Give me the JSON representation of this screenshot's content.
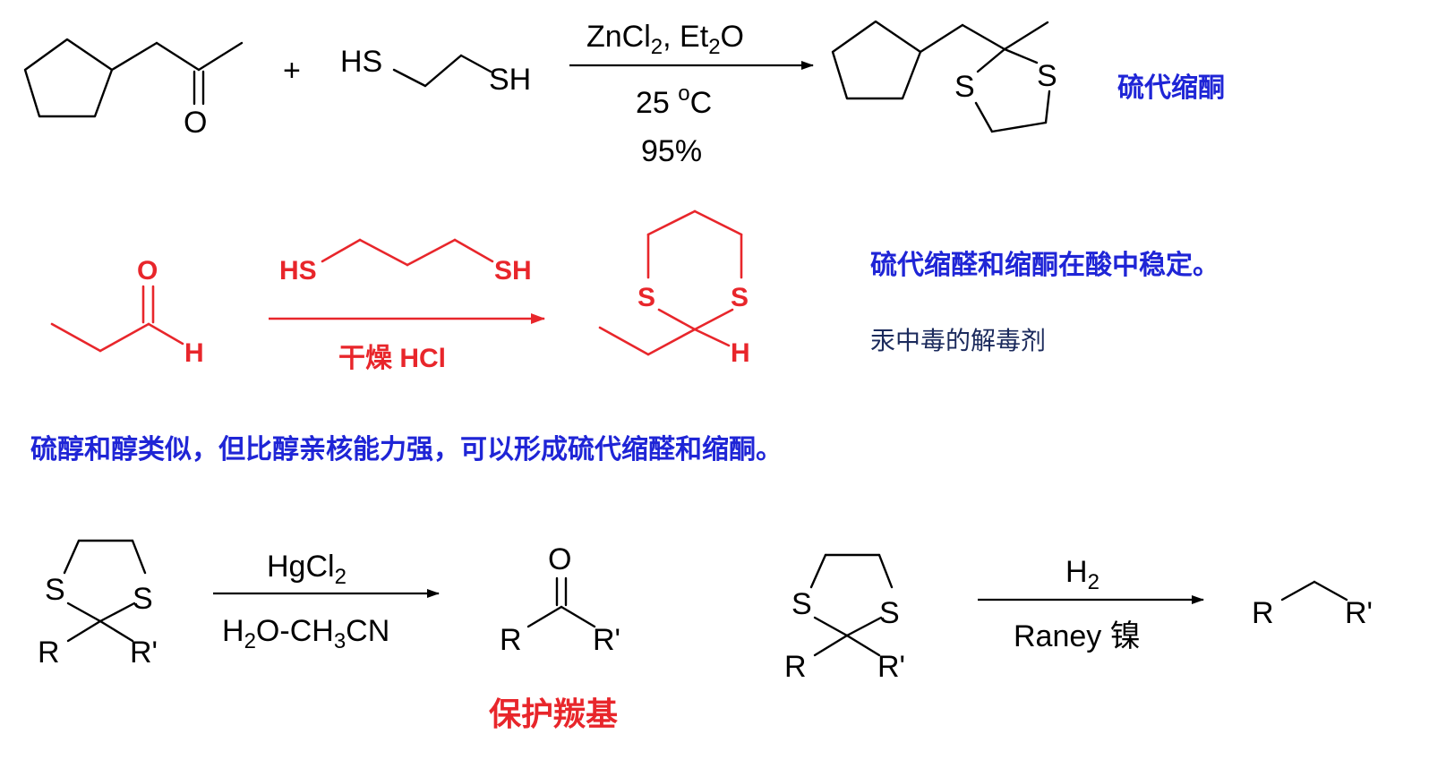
{
  "reaction1": {
    "plus": "+",
    "reactant2_left": "HS",
    "reactant2_right": "SH",
    "ketone_o": "O",
    "cond_above": "ZnCl",
    "cond_above_sub": "2",
    "cond_above_rest": ", Et",
    "cond_above_sub2": "2",
    "cond_above_end": "O",
    "cond_temp": "25 ",
    "cond_temp_sup": "o",
    "cond_temp_unit": "C",
    "cond_yield": "95%",
    "product_s1": "S",
    "product_s2": "S",
    "label": "硫代缩酮"
  },
  "reaction2": {
    "aldehyde_o": "O",
    "aldehyde_h": "H",
    "reagent_left": "HS",
    "reagent_right": "SH",
    "cond_below": "干燥 HCl",
    "product_s1": "S",
    "product_s2": "S",
    "product_h": "H",
    "note1": "硫代缩醛和缩酮在酸中稳定。",
    "note2": "汞中毒的解毒剂"
  },
  "summary": "硫醇和醇类似，但比醇亲核能力强，可以形成硫代缩醛和缩酮。",
  "reaction3": {
    "s1": "S",
    "s2": "S",
    "r": "R",
    "r_prime": "R'",
    "cond_above": "HgCl",
    "cond_above_sub": "2",
    "cond_below_1": "H",
    "cond_below_sub1": "2",
    "cond_below_2": "O-CH",
    "cond_below_sub2": "3",
    "cond_below_3": "CN",
    "product_o": "O",
    "product_r": "R",
    "product_r_prime": "R'",
    "label": "保护羰基"
  },
  "reaction4": {
    "s1": "S",
    "s2": "S",
    "r": "R",
    "r_prime": "R'",
    "cond_above": "H",
    "cond_above_sub": "2",
    "cond_below": "Raney 镍",
    "product_r": "R",
    "product_r_prime": "R'"
  }
}
